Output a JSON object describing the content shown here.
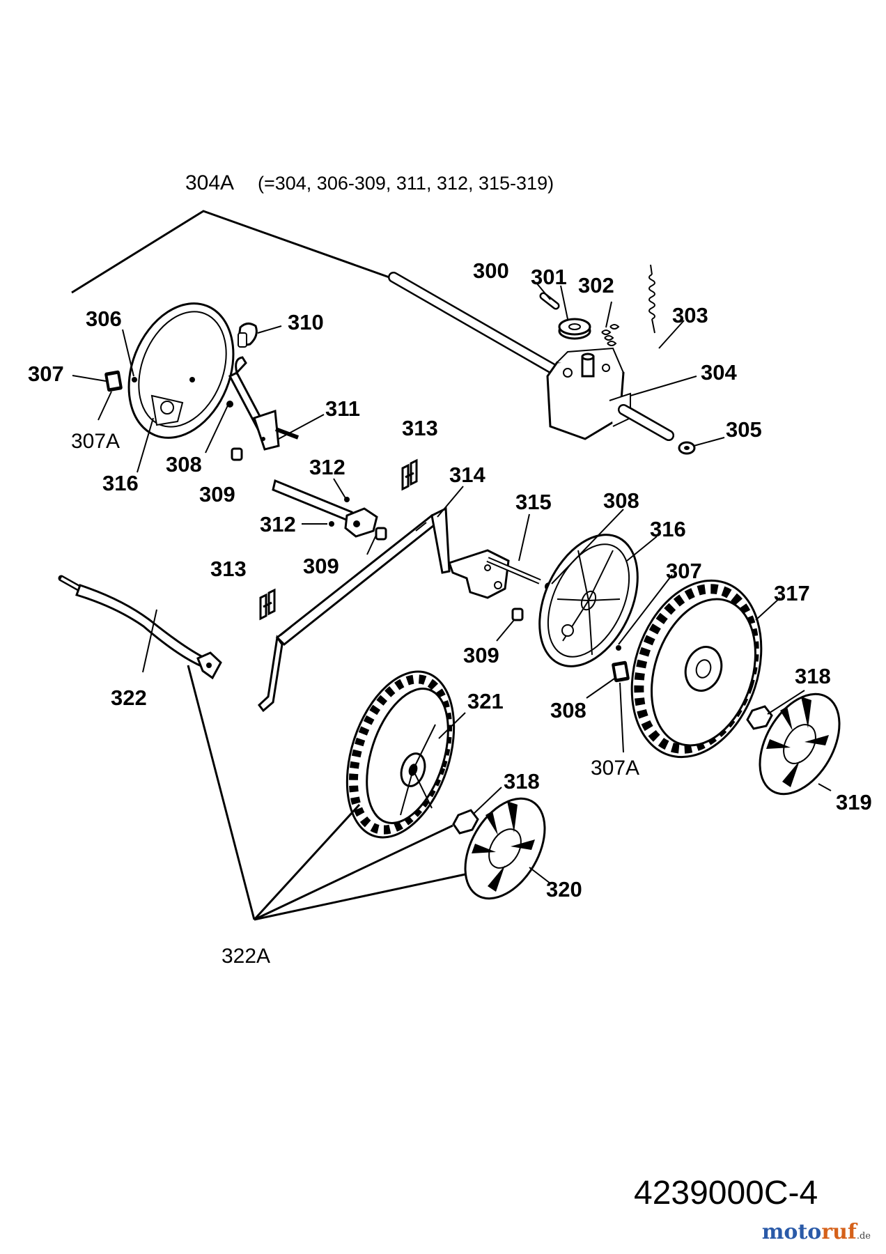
{
  "assembly": {
    "label": "304A",
    "note": "(=304, 306-309, 311, 312, 315-319)"
  },
  "labels": {
    "p300": "300",
    "p301": "301",
    "p302": "302",
    "p303": "303",
    "p304": "304",
    "p305": "305",
    "p306": "306",
    "p307_left": "307",
    "p307a_left": "307A",
    "p316_left": "316",
    "p308_left": "308",
    "p309_left": "309",
    "p310": "310",
    "p311": "311",
    "p312_upper": "312",
    "p312_lower": "312",
    "p313_upper": "313",
    "p313_lower": "313",
    "p314": "314",
    "p309_mid": "309",
    "p315": "315",
    "p308_mid": "308",
    "p316_right": "316",
    "p307_right": "307",
    "p317": "317",
    "p309_right": "309",
    "p308_right": "308",
    "p307a_right": "307A",
    "p318_right": "318",
    "p319": "319",
    "p322": "322",
    "p321": "321",
    "p318_front": "318",
    "p320": "320",
    "p322a": "322A"
  },
  "diagram_code": "4239000C-4",
  "watermark": {
    "brand_a": "moto",
    "brand_b": "ruf",
    "suffix": ".de"
  }
}
